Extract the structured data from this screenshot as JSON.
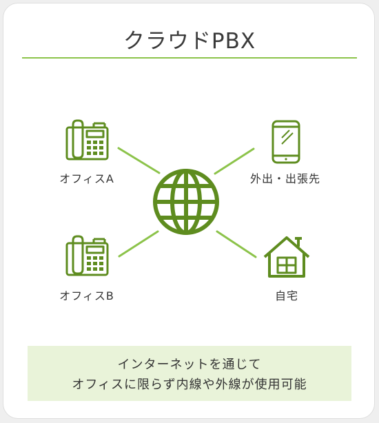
{
  "title": "クラウドPBX",
  "nodes": {
    "office_a": "オフィスA",
    "office_b": "オフィスB",
    "mobile": "外出・出張先",
    "home": "自宅"
  },
  "footer": {
    "line1": "インターネットを通じて",
    "line2": "オフィスに限らず内線や外線が使用可能"
  },
  "colors": {
    "accent": "#8cc34a",
    "icon": "#5e8c1f",
    "footer_bg": "#e9f3d9"
  }
}
